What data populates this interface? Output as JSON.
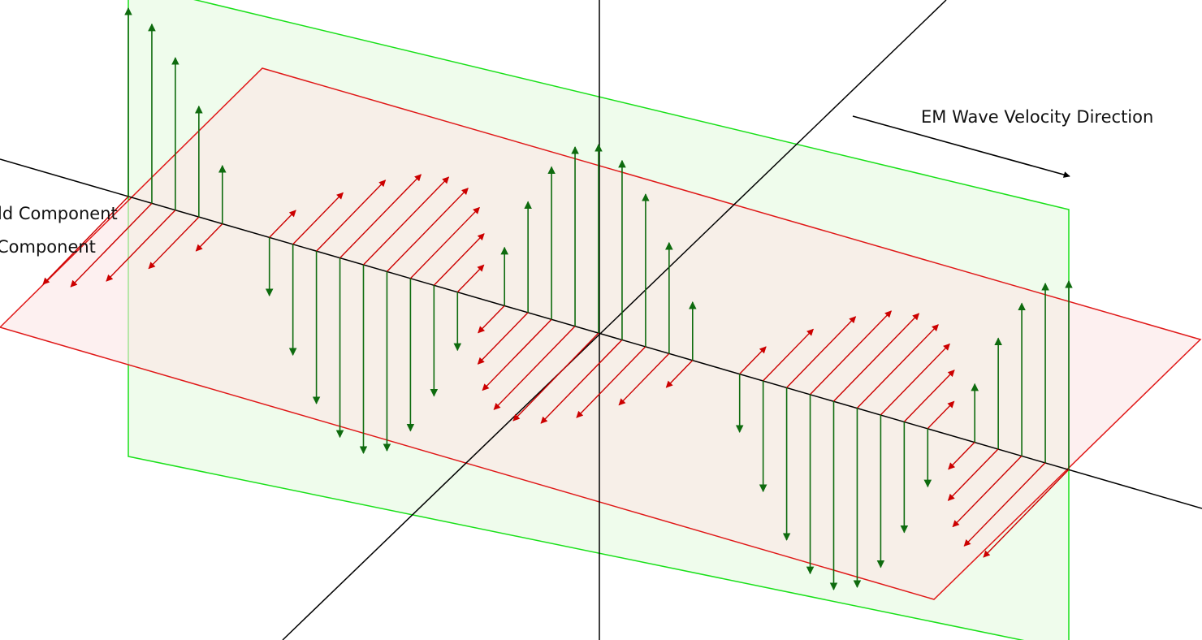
{
  "labels": {
    "velocity": "EM Wave Velocity Direction",
    "magnetic_partial": "ld Component",
    "electric_partial": "Component"
  },
  "colors": {
    "magnetic_vector": "#0e6b0e",
    "electric_vector": "#cc0000",
    "magnetic_plane_edge": "#19e019",
    "magnetic_plane_fill": "#e9fbe6",
    "electric_plane_edge": "#e01818",
    "electric_plane_fill": "#fbe6e6",
    "axis": "#000000"
  },
  "wave": {
    "wavelengths_shown": 2,
    "magnetic_component": "vertical sinusoid (green arrows)",
    "electric_component": "horizontal sinusoid (red arrows)"
  }
}
